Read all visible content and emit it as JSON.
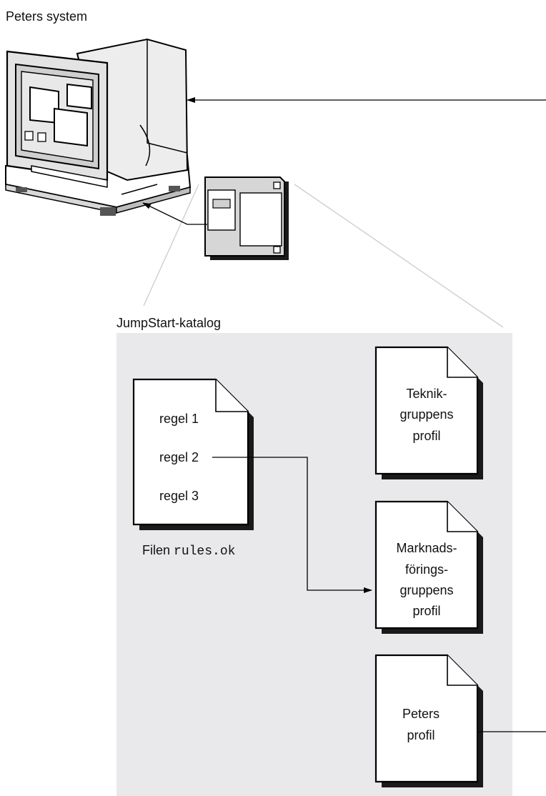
{
  "system_label": "Peters system",
  "directory_label": "JumpStart-katalog",
  "rules_file": {
    "lines": [
      "regel 1",
      "regel 2",
      "regel 3"
    ],
    "caption_prefix": "Filen",
    "caption_filename": "rules.ok"
  },
  "profiles": [
    {
      "lines": [
        "Teknik-",
        "gruppens",
        "profil"
      ]
    },
    {
      "lines": [
        "Marknads-",
        "förings-",
        "gruppens",
        "profil"
      ]
    },
    {
      "lines": [
        "Peters",
        "profil"
      ]
    }
  ],
  "colors": {
    "panel": "#e9e9ec",
    "stroke": "#000000",
    "guide": "#cfcfcf"
  },
  "icons": [
    "computer-icon",
    "floppy-disk-icon"
  ]
}
